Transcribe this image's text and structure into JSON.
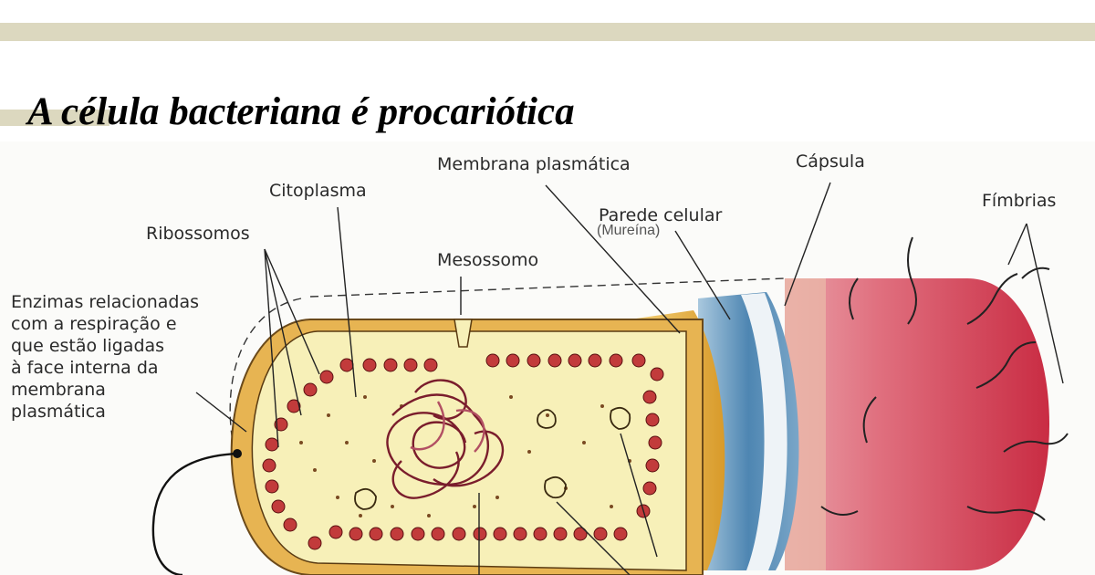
{
  "slide": {
    "title": "A célula bacteriana é procariótica"
  },
  "diagram": {
    "labels": {
      "membrana": "Membrana plasmática",
      "capsula": "Cápsula",
      "citoplasma": "Citoplasma",
      "parede": "Parede celular",
      "mureina": "(Mureína)",
      "fimbrias": "Fímbrias",
      "ribossomos": "Ribossomos",
      "mesossomo": "Mesossomo",
      "enzimas": "Enzimas relacionadas\ncom a respiração e\nque estão ligadas\nà face interna da\nmembrana\nplasmática"
    },
    "colors": {
      "capsule": "#d23a4c",
      "cell_wall": "#4e86b2",
      "membrane": "#e2b24a",
      "cytoplasm": "#f7f0b8",
      "ribosome": "#c23b3b",
      "dna": "#7a1d2c"
    }
  }
}
